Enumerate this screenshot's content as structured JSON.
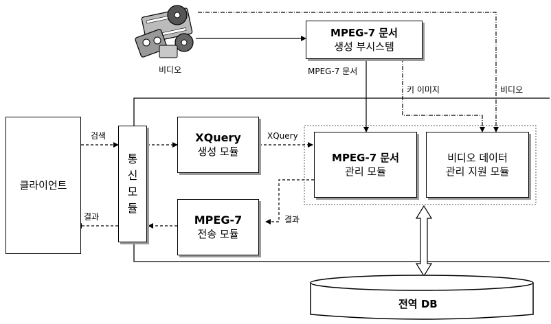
{
  "video_source": {
    "label": "비디오"
  },
  "generation_subsystem": {
    "line1": "MPEG-7 문서",
    "line2": "생성 부시스템"
  },
  "client": {
    "label": "클라이언트"
  },
  "comm_module": {
    "chars": [
      "통",
      "신",
      "모",
      "듈"
    ]
  },
  "xquery_module": {
    "line1": "XQuery",
    "line2": "생성 모듈"
  },
  "mpeg7_send_module": {
    "line1": "MPEG-7",
    "line2": "전송 모듈"
  },
  "mpeg7_mgmt_module": {
    "line1": "MPEG-7 문서",
    "line2": "관리 모듈"
  },
  "video_data_module": {
    "line1": "비디오 데이터",
    "line2": "관리 지원 모듈"
  },
  "global_db": {
    "label": "전역 DB"
  },
  "edges": {
    "mpeg7_doc": "MPEG-7 문서",
    "key_image": "키 이미지",
    "video": "비디오",
    "search": "검색",
    "result_left": "결과",
    "xquery": "XQuery",
    "result_mid": "결과"
  }
}
